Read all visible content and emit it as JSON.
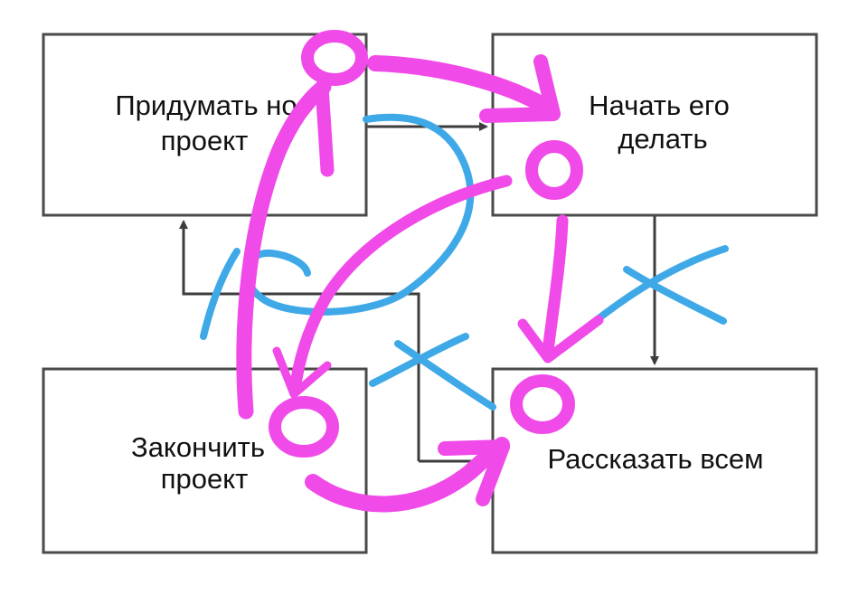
{
  "diagram": {
    "boxes": [
      {
        "id": "idea",
        "lines": [
          "Придумать но",
          "проект"
        ]
      },
      {
        "id": "start",
        "lines": [
          "Начать его",
          "делать"
        ]
      },
      {
        "id": "finish",
        "lines": [
          "Закончить",
          "проект"
        ]
      },
      {
        "id": "tell",
        "lines": [
          "Рассказать всем"
        ]
      }
    ]
  },
  "colors": {
    "background": "#ffffff",
    "box_border": "#4a4a4a",
    "connector": "#3d3d3d",
    "text": "#111111",
    "magenta_overlay": "#f04ae8",
    "blue_overlay": "#3fa9e8"
  }
}
